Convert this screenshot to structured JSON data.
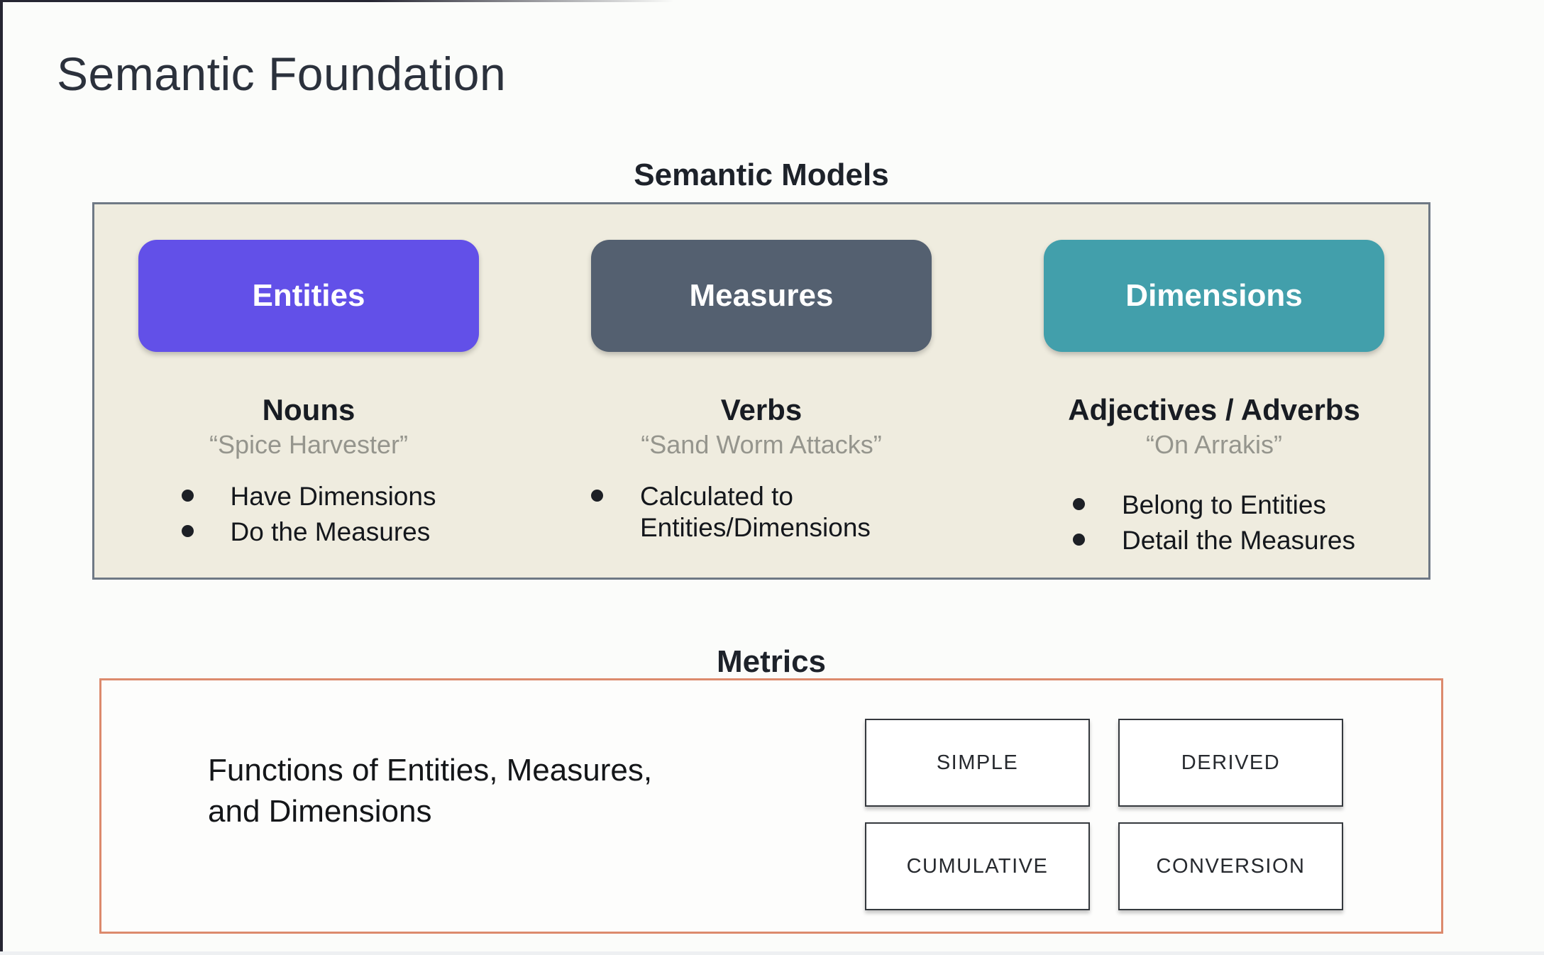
{
  "slide": {
    "title": "Semantic Foundation"
  },
  "semantic_models": {
    "heading": "Semantic Models",
    "columns": [
      {
        "pill": "Entities",
        "pill_color": "#6250e8",
        "role": "Nouns",
        "example": "“Spice Harvester”",
        "bullets": [
          "Have Dimensions",
          "Do the Measures"
        ]
      },
      {
        "pill": "Measures",
        "pill_color": "#546070",
        "role": "Verbs",
        "example": "“Sand Worm Attacks”",
        "bullets": [
          "Calculated to Entities/Dimensions"
        ]
      },
      {
        "pill": "Dimensions",
        "pill_color": "#429fab",
        "role": "Adjectives / Adverbs",
        "example": "“On Arrakis”",
        "bullets": [
          "Belong to Entities",
          "Detail the Measures"
        ]
      }
    ]
  },
  "metrics": {
    "heading": "Metrics",
    "description": "Functions of Entities, Measures, and Dimensions",
    "types": [
      "SIMPLE",
      "DERIVED",
      "CUMULATIVE",
      "CONVERSION"
    ]
  },
  "colors": {
    "entities_pill": "#6250e8",
    "measures_pill": "#546070",
    "dimensions_pill": "#429fab",
    "models_panel_background": "#efecdf",
    "models_panel_border": "#6f7985",
    "metrics_panel_border": "#dc8a6d",
    "page_background": "#fbfcfa",
    "heading_text": "#1d222a",
    "quote_text": "#95958d"
  }
}
